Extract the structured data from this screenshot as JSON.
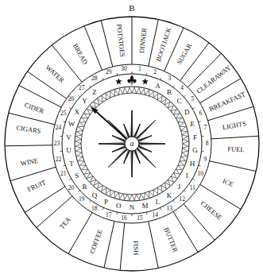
{
  "diagram": {
    "labels": [
      "B",
      "DINNER",
      "BOOTJACK",
      "SUGAR",
      "CLEARAWAY",
      "BREAKFAST",
      "LIGHTS",
      "FUEL",
      "ICE",
      "CHEESE",
      "BUTTER",
      "FISH",
      "COFFEE",
      "TEA",
      "FRUIT",
      "WINE",
      "CIGARS",
      "CIDER",
      "WATER",
      "BREAD",
      "POTATOES",
      "1",
      "2",
      "3",
      "4",
      "5",
      "6",
      "7",
      "8",
      "9",
      "10",
      "11",
      "12",
      "13",
      "14",
      "15",
      "16",
      "17",
      "18",
      "19",
      "20",
      "21",
      "22",
      "23",
      "24",
      "25",
      "26",
      "27",
      "28",
      "29",
      "30",
      "A",
      "B",
      "C",
      "D",
      "E",
      "F",
      "G",
      "H",
      "I",
      "J",
      "K",
      "L",
      "M",
      "N",
      "O",
      "P",
      "Q",
      "R",
      "S",
      "T",
      "U",
      "V",
      "W",
      "X",
      "Y",
      "Z",
      "a"
    ]
  }
}
